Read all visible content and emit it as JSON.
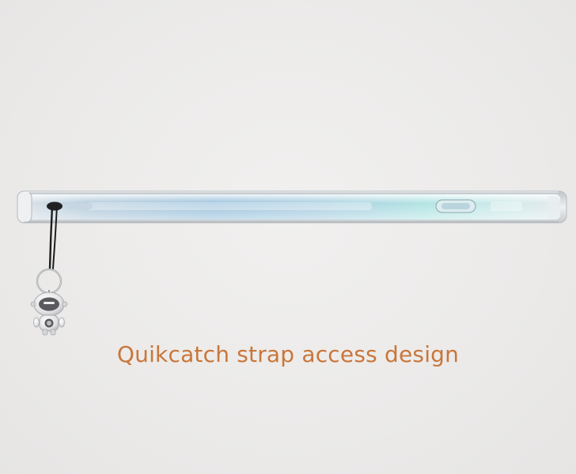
{
  "caption": {
    "text": "Quikcatch strap access design",
    "color": "#c9763a"
  },
  "colors": {
    "background": "#ecebea",
    "case_edge": "#cfd3d6",
    "screen_blue": "#8fc0da",
    "screen_teal": "#9fe1de",
    "strap": "#1e1e1e",
    "charm_body": "#e9e9ea",
    "charm_face": "#5a5a5e"
  },
  "icons": {
    "phone": "phone-side-profile",
    "strap": "lanyard-strap",
    "charm": "robot-charm-keyring"
  }
}
